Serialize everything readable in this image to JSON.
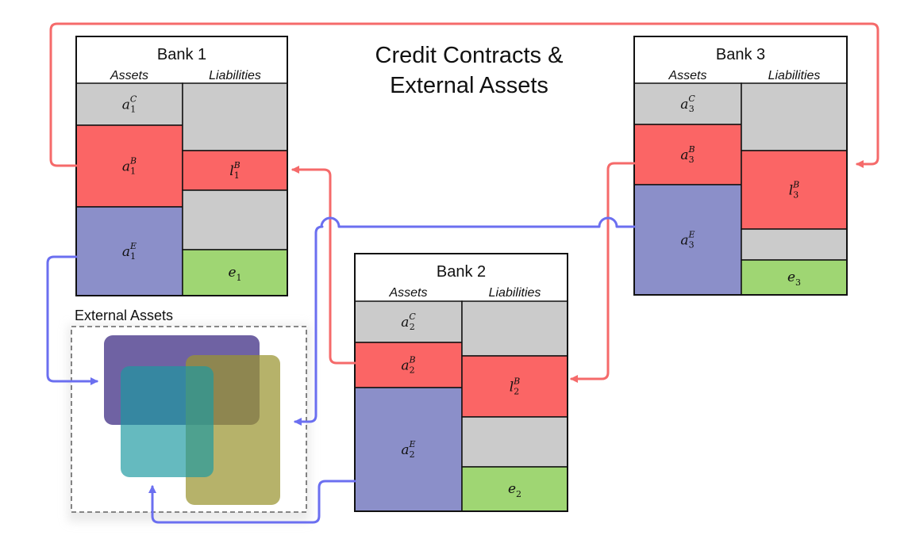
{
  "title_line1": "Credit Contracts &",
  "title_line2": "External Assets",
  "external_label": "External Assets",
  "colors": {
    "grey": "#cbcbcb",
    "red": "#fb6565",
    "blue": "#8b8fc9",
    "green": "#9fd673",
    "arrow_red": "#f56a6a",
    "arrow_blue": "#6b6ff0"
  },
  "banks": [
    {
      "title": "Bank 1",
      "assets_label": "Assets",
      "liabilities_label": "Liabilities",
      "aC": {
        "base": "a",
        "sup": "C",
        "sub": "1"
      },
      "aB": {
        "base": "a",
        "sup": "B",
        "sub": "1"
      },
      "aE": {
        "base": "a",
        "sup": "E",
        "sub": "1"
      },
      "lB": {
        "base": "l",
        "sup": "B",
        "sub": "1"
      },
      "e": {
        "base": "e",
        "sup": "",
        "sub": "1"
      }
    },
    {
      "title": "Bank 2",
      "assets_label": "Assets",
      "liabilities_label": "Liabilities",
      "aC": {
        "base": "a",
        "sup": "C",
        "sub": "2"
      },
      "aB": {
        "base": "a",
        "sup": "B",
        "sub": "2"
      },
      "aE": {
        "base": "a",
        "sup": "E",
        "sub": "2"
      },
      "lB": {
        "base": "l",
        "sup": "B",
        "sub": "2"
      },
      "e": {
        "base": "e",
        "sup": "",
        "sub": "2"
      }
    },
    {
      "title": "Bank 3",
      "assets_label": "Assets",
      "liabilities_label": "Liabilities",
      "aC": {
        "base": "a",
        "sup": "C",
        "sub": "3"
      },
      "aB": {
        "base": "a",
        "sup": "B",
        "sub": "3"
      },
      "aE": {
        "base": "a",
        "sup": "E",
        "sub": "3"
      },
      "lB": {
        "base": "l",
        "sup": "B",
        "sub": "3"
      },
      "e": {
        "base": "e",
        "sup": "",
        "sub": "3"
      }
    }
  ]
}
